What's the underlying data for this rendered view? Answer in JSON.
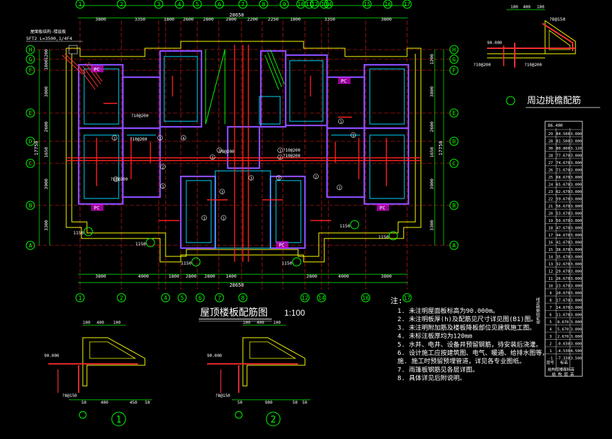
{
  "plan": {
    "title": "屋顶楼板配筋图",
    "scale": "1:100",
    "top_grid_labels": [
      "1",
      "2",
      "3",
      "4",
      "5",
      "6",
      "7",
      "8",
      "9",
      "10",
      "11",
      "12",
      "13",
      "14",
      "15",
      "16",
      "17"
    ],
    "bottom_grid_labels": [
      "1",
      "2",
      "4",
      "5",
      "6",
      "7",
      "8",
      "12",
      "14",
      "16",
      "17"
    ],
    "left_grid_labels": [
      "H",
      "G",
      "F",
      "E",
      "D",
      "C",
      "B",
      "A"
    ],
    "right_grid_labels": [
      "H",
      "G",
      "F",
      "E",
      "D",
      "C",
      "B",
      "A"
    ],
    "top_dims": [
      "3800",
      "3350",
      "1800",
      "2600",
      "2800",
      "2800",
      "2200",
      "2250",
      "1800",
      "3350",
      "3800"
    ],
    "bottom_dims": [
      "3800",
      "4000",
      "1800",
      "2800",
      "2800",
      "1400",
      "2800",
      "4000",
      "3800"
    ],
    "total_top": "28650",
    "total_bottom": "28650",
    "left_dims": [
      "1200",
      "1800",
      "3800",
      "2600",
      "1650",
      "3900",
      "3300"
    ],
    "left_total": "17750",
    "right_dims": [
      "1200",
      "3800",
      "2600",
      "1650",
      "3900",
      "3300"
    ],
    "right_total": "17750",
    "side_dim_1150": "1150",
    "rebar_labels": [
      "?10@200",
      "?10@200",
      "?10@200",
      "?8@200",
      "?10@200",
      "?10@200"
    ],
    "circle_marks": [
      "1",
      "2",
      "3",
      "4",
      "5"
    ],
    "stair_labels": [
      "1150",
      "1150",
      "1150",
      "1150",
      "1150",
      "1150"
    ],
    "annotation_top_left": "SFT2  L=3500,1/4F4",
    "annotation_top_left_2": "屋面板结构-楼层板",
    "pc_label": "PC"
  },
  "eave": {
    "title": "周边挑檐配筋",
    "dims": [
      "100",
      "400",
      "100"
    ],
    "rebar_top": "?8@150",
    "rebar_bottom_1": "?10@200",
    "rebar_bottom_2": "?10@200",
    "elev": "90.000"
  },
  "notes": {
    "heading": "注:",
    "items": [
      "1. 未注明屋面板标高为90.000m。",
      "2. 未注明板厚(h)及配筋见尺寸详见图(B1)图。",
      "3. 未注明附加筋及楼板降板部位见建筑施工图。",
      "4. 未标注板厚均为120mm",
      "5. 水井、电井、设备井预留钢筋，待安装后浇灌。",
      "6. 设计施工应按建筑图、电气、暖通、给排水图等，",
      "   施. 施工时预留预埋管道，详见各专业图纸。",
      "7. 雨篷板钢筋见各层详图。",
      "8. 具体详见后附说明。"
    ]
  },
  "section_1": {
    "label": "1",
    "dims": [
      "100",
      "400",
      "100"
    ],
    "rebar": "?8@150",
    "elev": "90.000",
    "bottom": [
      "50",
      "400",
      "450",
      "50"
    ]
  },
  "section_2": {
    "label": "2",
    "dims": [
      "100",
      "400",
      "100"
    ],
    "rebar": "?8@150",
    "elev": "90.000",
    "bottom": [
      "50",
      "900",
      "50",
      "50"
    ]
  },
  "table": {
    "header": "86.400",
    "rows": [
      [
        "29",
        "84.500",
        "3.000"
      ],
      [
        "28",
        "81.500",
        "3.000"
      ],
      [
        "30",
        "80.800",
        "3.120"
      ],
      [
        "28",
        "77.670",
        "3.000"
      ],
      [
        "27",
        "74.670",
        "3.000"
      ],
      [
        "26",
        "71.670",
        "3.000"
      ],
      [
        "25",
        "68.670",
        "3.000"
      ],
      [
        "24",
        "65.670",
        "3.000"
      ],
      [
        "23",
        "62.670",
        "3.000"
      ],
      [
        "22",
        "59.670",
        "3.000"
      ],
      [
        "21",
        "56.670",
        "3.000"
      ],
      [
        "20",
        "53.670",
        "3.000"
      ],
      [
        "19",
        "50.670",
        "3.000"
      ],
      [
        "18",
        "47.670",
        "3.000"
      ],
      [
        "17",
        "44.670",
        "3.000"
      ],
      [
        "16",
        "41.670",
        "3.000"
      ],
      [
        "15",
        "38.670",
        "3.000"
      ],
      [
        "14",
        "35.670",
        "3.000"
      ],
      [
        "13",
        "32.670",
        "3.000"
      ],
      [
        "12",
        "29.670",
        "3.000"
      ],
      [
        "11",
        "26.670",
        "3.000"
      ],
      [
        "10",
        "23.670",
        "3.000"
      ],
      [
        "9",
        "20.670",
        "3.000"
      ],
      [
        "8",
        "17.670",
        "3.000"
      ],
      [
        "7",
        "14.670",
        "3.000"
      ],
      [
        "6",
        "11.670",
        "3.000"
      ],
      [
        "5",
        "8.670",
        "3.000"
      ],
      [
        "4",
        "5.670",
        "3.000"
      ],
      [
        "3",
        "2.670",
        "3.000"
      ],
      [
        "2",
        "-0.030",
        "3.000"
      ],
      [
        "1",
        "-4.530",
        "4.500"
      ],
      [
        "-1",
        "-7.330",
        "3.500"
      ]
    ],
    "footer_col1": "层号",
    "footer_col2": "标高",
    "footer_note1": "结构层楼面标高",
    "footer_note2": "结 构 层 高",
    "side_note": "结构层楼面标高"
  }
}
